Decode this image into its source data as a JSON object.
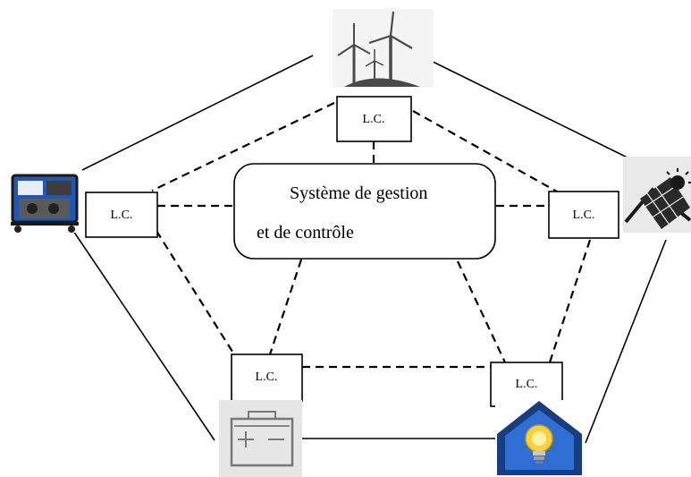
{
  "central_system": {
    "line1": "Système de gestion",
    "line2": "et de contrôle"
  },
  "local_controllers": [
    {
      "id": "wind",
      "label": "L.C."
    },
    {
      "id": "generator",
      "label": "L.C."
    },
    {
      "id": "solar",
      "label": "L.C."
    },
    {
      "id": "battery",
      "label": "L.C."
    },
    {
      "id": "load",
      "label": "L.C."
    }
  ],
  "icons": [
    "wind-turbines-icon",
    "diesel-generator-icon",
    "solar-panel-house-icon",
    "battery-icon",
    "lightbulb-house-icon"
  ],
  "colors": {
    "line": "#000000",
    "battery_bg": "#e6e6e6",
    "house_blue": "#2f6fd3",
    "bulb_yellow": "#f7d23c",
    "generator_blue": "#1d58b8"
  }
}
